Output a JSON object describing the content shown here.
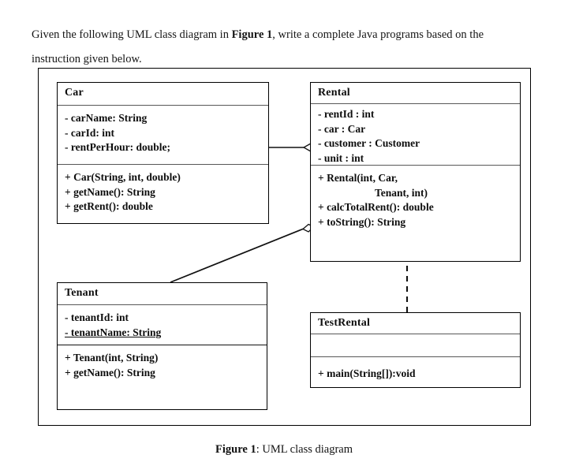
{
  "intro": {
    "part1": "Given the following UML class diagram in ",
    "emphasis": "Figure 1",
    "part2": ", write a complete Java programs based on the instruction given below."
  },
  "diagram": {
    "classes": [
      {
        "name": "Car",
        "attributes": [
          "- carName: String",
          "- carId: int",
          "- rentPerHour: double;"
        ],
        "operations": [
          "+ Car(String, int, double)",
          "+ getName(): String",
          "+ getRent(): double"
        ]
      },
      {
        "name": "Rental",
        "attributes": [
          "- rentId : int",
          "- car : Car",
          "- customer : Customer",
          "- unit : int"
        ],
        "operations": [
          "+ Rental(int, Car,",
          "Tenant, int)",
          "+ calcTotalRent(): double",
          "+ toString(): String"
        ]
      },
      {
        "name": "Tenant",
        "attributes": [
          "- tenantId: int",
          "- tenantName: String"
        ],
        "operations": [
          "+ Tenant(int, String)",
          "+ getName(): String"
        ]
      },
      {
        "name": "TestRental",
        "attributes": [],
        "operations": [
          "+ main(String[]):void"
        ]
      }
    ],
    "relationships": [
      {
        "kind": "aggregation",
        "from": "Car",
        "to": "Rental",
        "marker": "hollow-diamond"
      },
      {
        "kind": "aggregation",
        "from": "Tenant",
        "to": "Rental",
        "marker": "hollow-diamond"
      },
      {
        "kind": "dependency",
        "from": "TestRental",
        "to": "Rental",
        "marker": "solid-arrowhead",
        "line": "dashed"
      }
    ]
  },
  "caption": {
    "label": "Figure 1",
    "text": ": UML class diagram"
  },
  "colors": {
    "line": "#000000",
    "divider": "#585858",
    "text": "#121212",
    "background": "#ffffff"
  }
}
